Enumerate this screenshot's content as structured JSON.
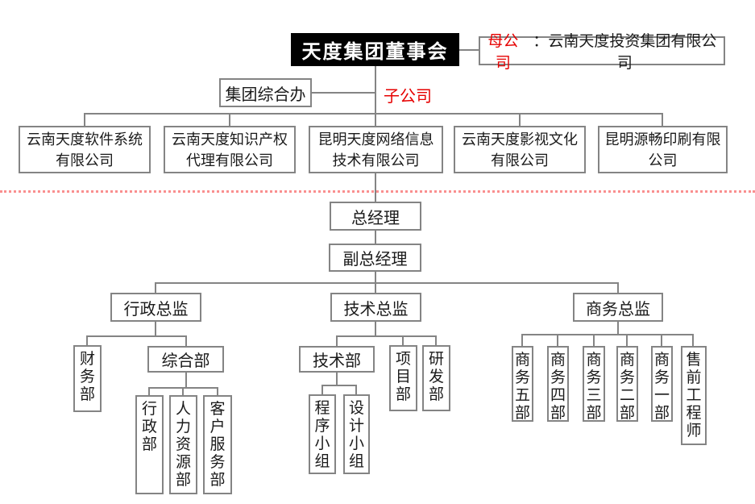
{
  "chart": {
    "board": "天度集团董事会",
    "parent_company": {
      "label": "母公司",
      "name": "：云南天度投资集团有限公司"
    },
    "subsidiary_label": "子公司",
    "group_office": "集团综合办",
    "companies": [
      "云南天度软件系统\n有限公司",
      "云南天度知识产权\n代理有限公司",
      "昆明天度网络信息\n技术有限公司",
      "云南天度影视文化\n有限公司",
      "昆明源畅印刷有限\n公司"
    ],
    "general_manager": "总经理",
    "deputy_general_manager": "副总经理",
    "directors": {
      "admin": "行政总监",
      "tech": "技术总监",
      "business": "商务总监"
    },
    "admin_branch": {
      "finance": "财务部",
      "general_office": "综合部",
      "sub_departments": [
        "行政部",
        "人力资源部",
        "客户服务部"
      ]
    },
    "tech_branch": {
      "tech_department": "技术部",
      "project": "项目部",
      "rnd": "研发部",
      "teams": [
        "程序小组",
        "设计小组"
      ]
    },
    "business_branch": [
      "商务五部",
      "商务四部",
      "商务三部",
      "商务二部",
      "商务一部",
      "售前工程师"
    ]
  },
  "colors": {
    "accent_red": "#e60000",
    "separator_pink": "#f98f8f",
    "line_gray": "#848484",
    "board_bg": "#000000",
    "board_text": "#ffffff"
  }
}
